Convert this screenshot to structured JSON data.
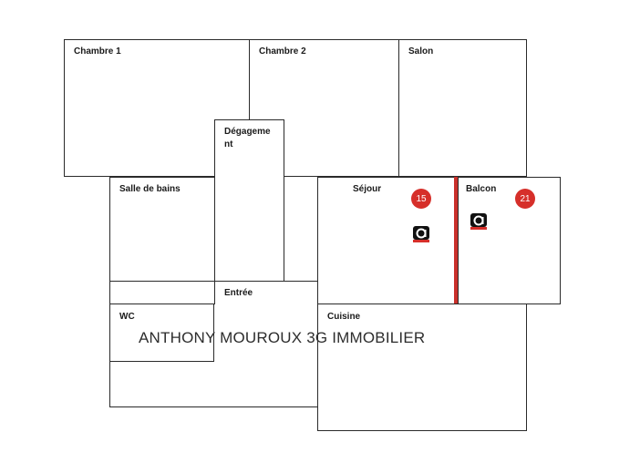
{
  "rooms": {
    "chambre1": "Chambre 1",
    "chambre2": "Chambre 2",
    "salon": "Salon",
    "degagement_line1": "Dégageme",
    "degagement_line2": "nt",
    "salle_de_bains": "Salle de bains",
    "sejour": "Séjour",
    "balcon": "Balcon",
    "entree": "Entrée",
    "wc": "WC",
    "cuisine": "Cuisine"
  },
  "markers": {
    "sejour_number": "15",
    "balcon_number": "21"
  },
  "watermark": "ANTHONY MOUROUX 3G IMMOBILIER",
  "colors": {
    "marker": "#d62f2a",
    "wall": "#2a2a2a",
    "partition": "#c9302b"
  },
  "icons": {
    "photo_point": "letter-a-logo-icon"
  }
}
